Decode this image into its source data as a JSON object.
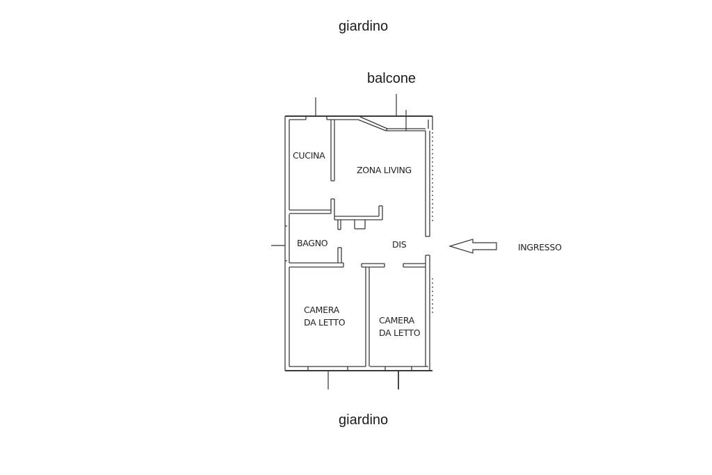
{
  "labels": {
    "top_outside": "giardino",
    "balcony": "balcone",
    "bottom_outside": "giardino",
    "entrance": "INGRESSO"
  },
  "rooms": {
    "kitchen": "CUCINA",
    "living": "ZONA LIVING",
    "bathroom": "BAGNO",
    "hallway": "DIS",
    "bedroom1_line1": "CAMERA",
    "bedroom1_line2": "DA LETTO",
    "bedroom2_line1": "CAMERA",
    "bedroom2_line2": "DA LETTO"
  },
  "icons": {
    "entrance_arrow": "arrow-left-outline"
  },
  "colors": {
    "wall": "#333333",
    "background": "#ffffff",
    "text": "#1a1a1a"
  }
}
